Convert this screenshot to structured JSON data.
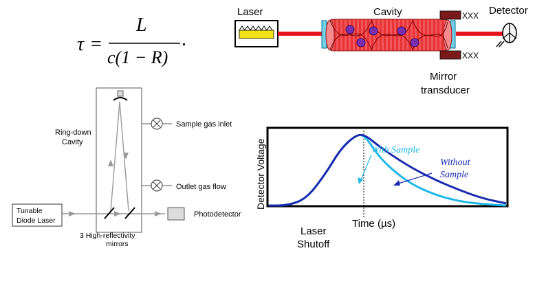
{
  "equation": {
    "lhs": "τ",
    "equals": "=",
    "numerator": "L",
    "denominator": "c(1 − R)",
    "terminator": "."
  },
  "cavity_schematic": {
    "laser_label": "Laser",
    "cavity_label": "Cavity",
    "detector_label": "Detector",
    "mirror_label_line1": "Mirror",
    "mirror_label_line2": "transducer"
  },
  "setup_diagram": {
    "ringdown_line1": "Ring-down",
    "ringdown_line2": "Cavity",
    "inlet_label": "Sample gas inlet",
    "outlet_label": "Outlet gas flow",
    "laser_line1": "Tunable",
    "laser_line2": "Diode Laser",
    "photodetector_label": "Photodetector",
    "mirrors_line1": "3 High-reflectivity",
    "mirrors_line2": "mirrors"
  },
  "chart_data": {
    "type": "line",
    "title": "",
    "xlabel": "Time (µs)",
    "ylabel": "Detector Voltage",
    "grid": false,
    "legend": "none",
    "annotations": {
      "with_sample": "With Sample",
      "without_line1": "Without",
      "without_line2": "Sample",
      "shutoff_line1": "Laser",
      "shutoff_line2": "Shutoff"
    },
    "series": [
      {
        "name": "With Sample",
        "color": "#1fb8e8",
        "x": [
          0,
          0.08,
          0.16,
          0.24,
          0.3,
          0.36,
          0.4,
          0.46,
          0.52,
          0.6,
          0.7,
          0.8,
          0.9,
          1.0
        ],
        "y": [
          0,
          0,
          0.1,
          0.45,
          0.78,
          0.97,
          1.0,
          0.7,
          0.5,
          0.3,
          0.15,
          0.06,
          0.02,
          0
        ]
      },
      {
        "name": "Without Sample",
        "color": "#1a2bb0",
        "x": [
          0,
          0.08,
          0.16,
          0.24,
          0.3,
          0.36,
          0.4,
          0.46,
          0.52,
          0.6,
          0.7,
          0.8,
          0.9,
          1.0
        ],
        "y": [
          0,
          0,
          0.1,
          0.45,
          0.78,
          0.97,
          1.0,
          0.84,
          0.7,
          0.53,
          0.36,
          0.22,
          0.1,
          0.03
        ]
      }
    ],
    "shutoff_x": 0.4
  }
}
